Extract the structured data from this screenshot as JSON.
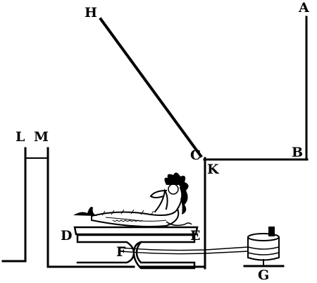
{
  "diagram": {
    "labels": {
      "A": "A",
      "B": "B",
      "C": "C",
      "D": "D",
      "E": "E",
      "F": "F",
      "G": "G",
      "H": "H",
      "K": "K",
      "L": "L",
      "M": "M"
    },
    "colors": {
      "ink": "#000000",
      "paper": "#ffffff"
    },
    "figure": "mermaid-figure"
  }
}
